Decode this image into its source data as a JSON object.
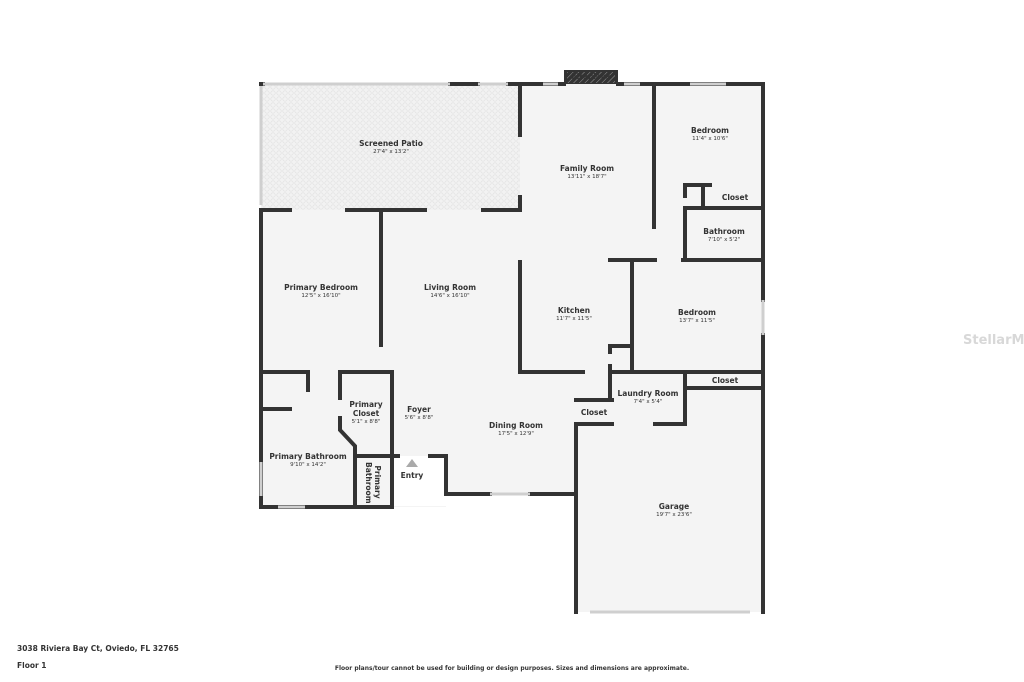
{
  "rooms": [
    {
      "name": "Screened Patio",
      "dim": "27'4\" x 13'2\""
    },
    {
      "name": "Family Room",
      "dim": "13'11\" x 18'7\""
    },
    {
      "name": "Bedroom",
      "dim": "11'4\" x 10'6\""
    },
    {
      "name": "Closet",
      "dim": ""
    },
    {
      "name": "Bathroom",
      "dim": "7'10\" x 5'2\""
    },
    {
      "name": "Primary Bedroom",
      "dim": "12'5\" x 16'10\""
    },
    {
      "name": "Living Room",
      "dim": "14'6\" x 16'10\""
    },
    {
      "name": "Kitchen",
      "dim": "11'7\" x 11'5\""
    },
    {
      "name": "Bedroom",
      "dim": "13'7\" x 11'5\""
    },
    {
      "name": "Closet",
      "dim": ""
    },
    {
      "name": "Primary Closet",
      "dim": "5'1\" x 8'8\""
    },
    {
      "name": "Foyer",
      "dim": "5'6\" x 8'8\""
    },
    {
      "name": "Laundry Room",
      "dim": "7'4\" x 5'4\""
    },
    {
      "name": "Closet",
      "dim": ""
    },
    {
      "name": "Dining Room",
      "dim": "17'5\" x 12'9\""
    },
    {
      "name": "Primary Bathroom",
      "dim": "9'10\" x 14'2\""
    },
    {
      "name": "Garage",
      "dim": "19'7\" x 23'6\""
    }
  ],
  "fireplace": "Fireplace",
  "primary_bathroom_small": "Primary Bathroom",
  "entry": "Entry",
  "address": "3038 Riviera Bay Ct, Oviedo, FL 32765",
  "floor": "Floor 1",
  "disclaimer": "Floor plans/tour cannot be used for building or design purposes. Sizes and dimensions are approximate.",
  "watermark": "StellarMLS",
  "colors": {
    "wall": "#333333",
    "floor": "#f4f4f4",
    "window": "#cfcfcf"
  }
}
